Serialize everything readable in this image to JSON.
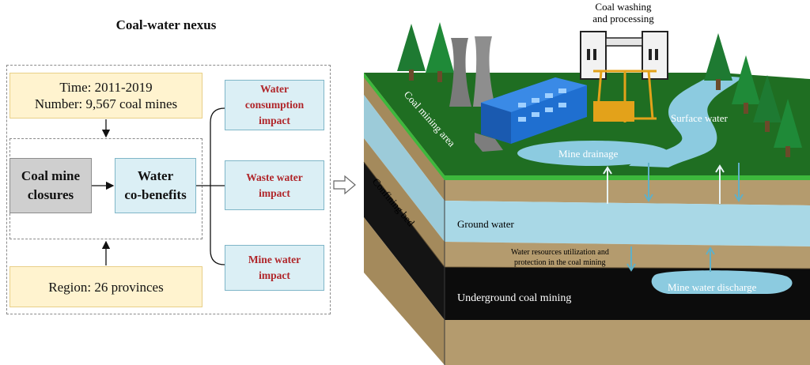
{
  "title": "Coal-water nexus",
  "time_box": {
    "line1": "Time: 2011-2019",
    "line2": "Number: 9,567 coal mines"
  },
  "closures_box": {
    "line1": "Coal mine",
    "line2": "closures"
  },
  "cobenefits_box": {
    "line1": "Water",
    "line2": "co-benefits"
  },
  "region_box": {
    "text": "Region: 26 provinces"
  },
  "impacts": [
    {
      "line1": "Water",
      "line2": "consumption",
      "line3": "impact"
    },
    {
      "line1": "Waste water",
      "line2": "impact"
    },
    {
      "line1": "Mine water",
      "line2": "impact"
    }
  ],
  "colors": {
    "impact_text": "#b0262a",
    "yellow_fill": "#fff3cf",
    "blue_fill": "#dbeff5",
    "gray_fill": "#cfcfcf"
  },
  "illustration": {
    "coal_washing_line1": "Coal washing",
    "coal_washing_line2": "and processing",
    "coal_mining_area": "Coal mining area",
    "surface_water": "Surface water",
    "mine_drainage": "Mine drainage",
    "confining_bed": "Confining bed",
    "ground_water": "Ground water",
    "utilization_line1": "Water resources utilization and",
    "utilization_line2": "protection in the coal mining",
    "underground_coal_mining": "Underground coal mining",
    "mine_water_discharge": "Mine water discharge"
  }
}
